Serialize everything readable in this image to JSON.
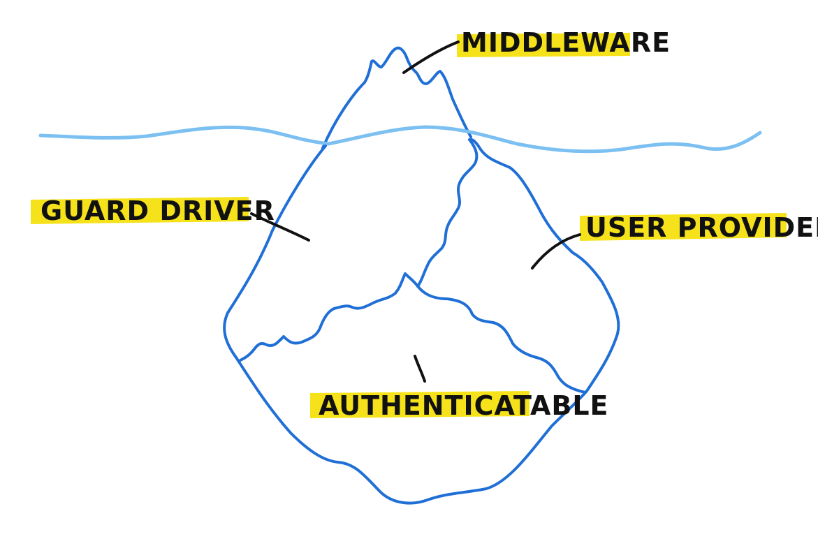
{
  "labels": {
    "middleware": "MIDDLEWARE",
    "guard_driver": "GUARD DRIVER",
    "user_provider": "USER PROVIDER",
    "authenticatable": "AUTHENTICATABLE"
  },
  "colors": {
    "iceberg": "#1f6fd6",
    "water": "#7cc0f2",
    "highlight": "#f6e21b",
    "pointer": "#111111"
  }
}
